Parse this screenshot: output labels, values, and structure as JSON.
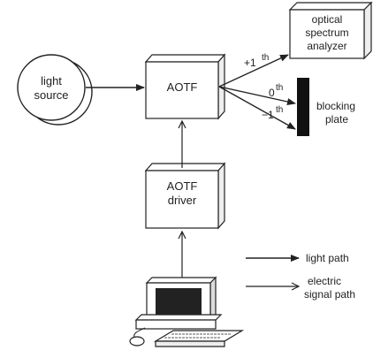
{
  "nodes": {
    "light_source": [
      "light",
      "source"
    ],
    "aotf": "AOTF",
    "driver": [
      "AOTF",
      "driver"
    ],
    "osa": [
      "optical",
      "spectrum",
      "analyzer"
    ],
    "blocking": [
      "blocking",
      "plate"
    ]
  },
  "orders": {
    "plus1_num": "+1",
    "plus1_sup": "th",
    "zero_num": "0",
    "zero_sup": "th",
    "minus1_num": "−1",
    "minus1_sup": "th"
  },
  "legend": {
    "light_path": "light path",
    "electric": [
      "electric",
      "signal path"
    ]
  },
  "icons": [
    "computer-icon",
    "mouse-icon",
    "keyboard-icon"
  ]
}
